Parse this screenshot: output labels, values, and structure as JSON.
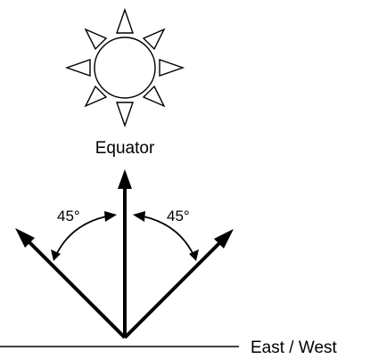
{
  "diagram": {
    "labels": {
      "equator": "Equator",
      "angle_left": "45°",
      "angle_right": "45°",
      "baseline": "East / West"
    },
    "icons": {
      "sun": "sun-icon"
    },
    "colors": {
      "ink": "#000000",
      "background": "#ffffff"
    }
  }
}
